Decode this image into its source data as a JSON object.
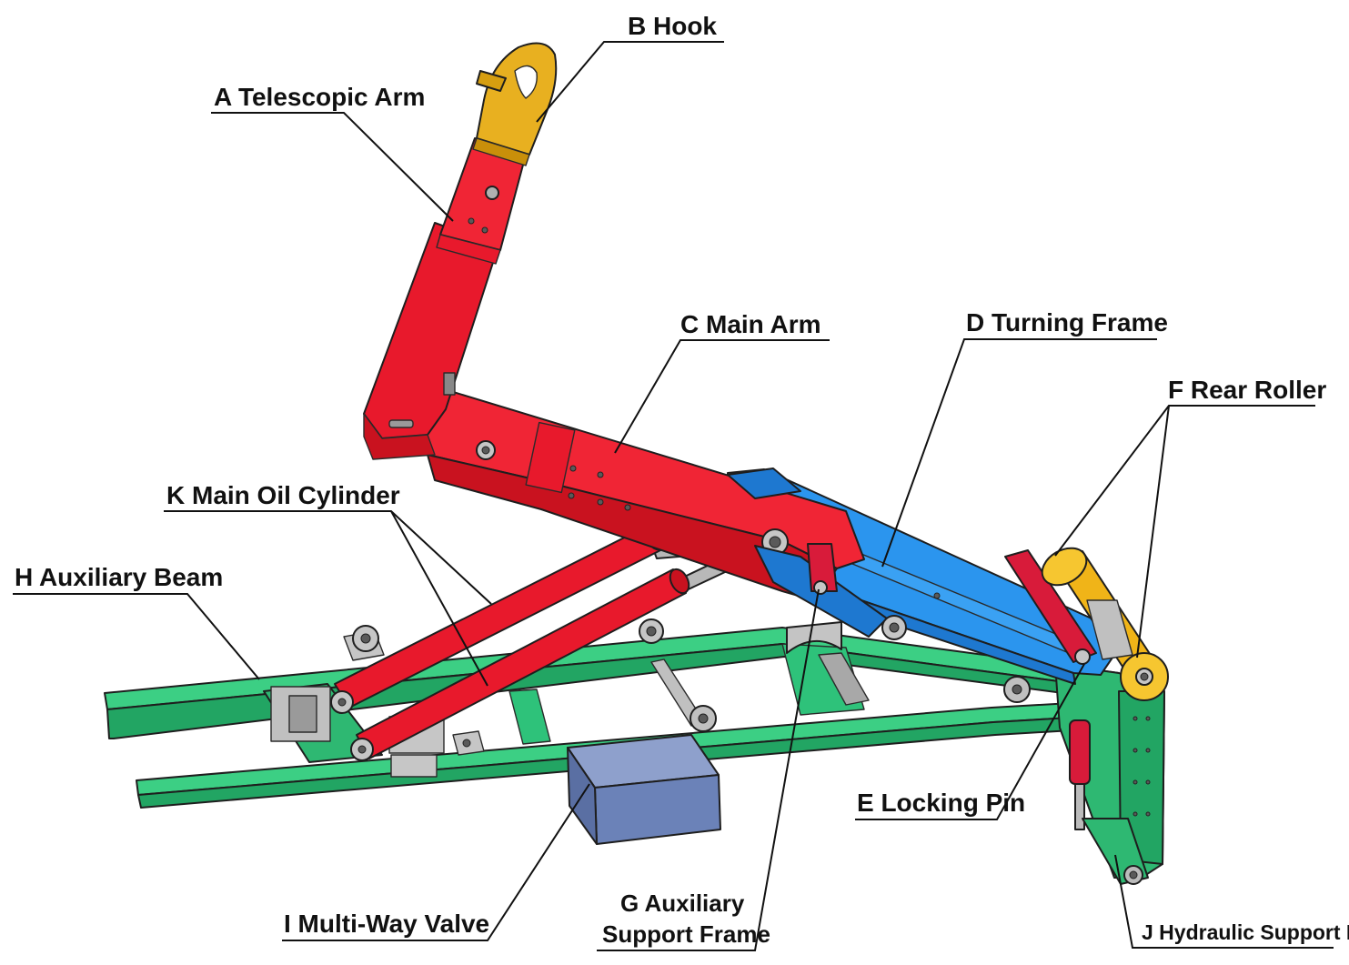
{
  "colors": {
    "telescopic_arm": "#e8192c",
    "hook": "#e8b020",
    "main_arm": "#e8192c",
    "turning_frame": "#1e88e5",
    "locking_pin": "#d81b3a",
    "rear_roller": "#f0b418",
    "auxiliary_support_frame": "#2eb872",
    "auxiliary_beam": "#2eb872",
    "multi_way_valve": "#6b82b8",
    "hydraulic_support_leg": "#2eb872",
    "main_oil_cylinder": "#e8192c",
    "fittings": "#b8b8b8"
  },
  "labels": {
    "a": "A Telescopic Arm",
    "b": "B Hook",
    "c": "C Main Arm",
    "d": "D Turning Frame",
    "e": "E Locking Pin",
    "f": "F Rear Roller",
    "g_line1": "G Auxiliary",
    "g_line2": "Support Frame",
    "h": "H Auxiliary Beam",
    "i": "I Multi-Way Valve",
    "j": "J Hydraulic Support Leg",
    "k": "K Main Oil Cylinder"
  }
}
